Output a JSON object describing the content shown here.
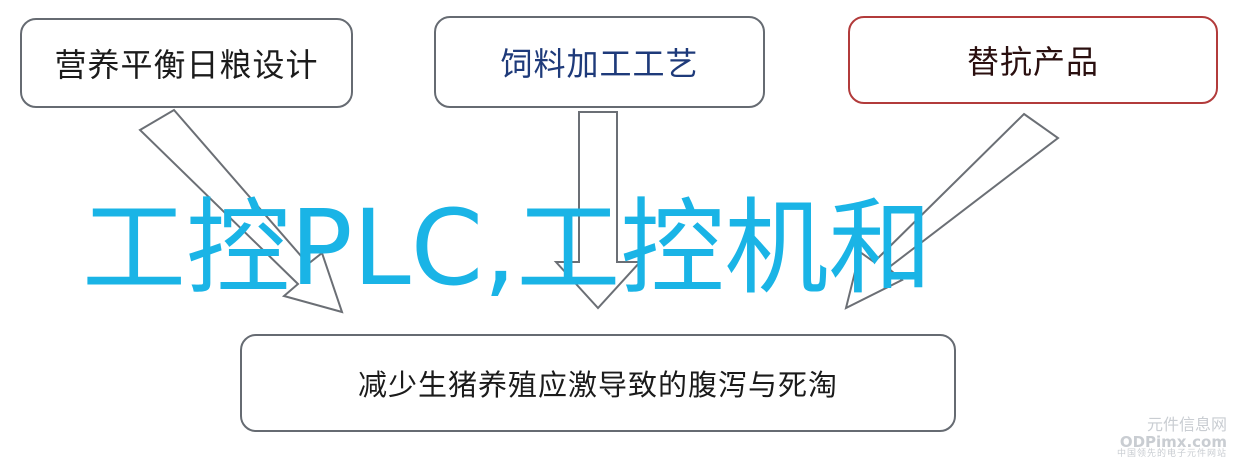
{
  "diagram": {
    "top_boxes": [
      {
        "text": "营养平衡日粮设计"
      },
      {
        "text": "饲料加工工艺"
      },
      {
        "text": "替抗产品"
      }
    ],
    "bottom_box": {
      "text": "减少生猪养殖应激导致的腹泻与死淘"
    },
    "overlay_title": "工控PLC,工控机和"
  },
  "colors": {
    "box_border": "#666b72",
    "box3_border": "#b23b3b",
    "box2_text": "#1e3a7a",
    "overlay_text": "#1ab4e6",
    "arrow_outline": "#6b6f75"
  },
  "watermark": {
    "line1": "元件信息网",
    "line2": "ODPimx.com",
    "line3": "中国领先的电子元件网站"
  }
}
